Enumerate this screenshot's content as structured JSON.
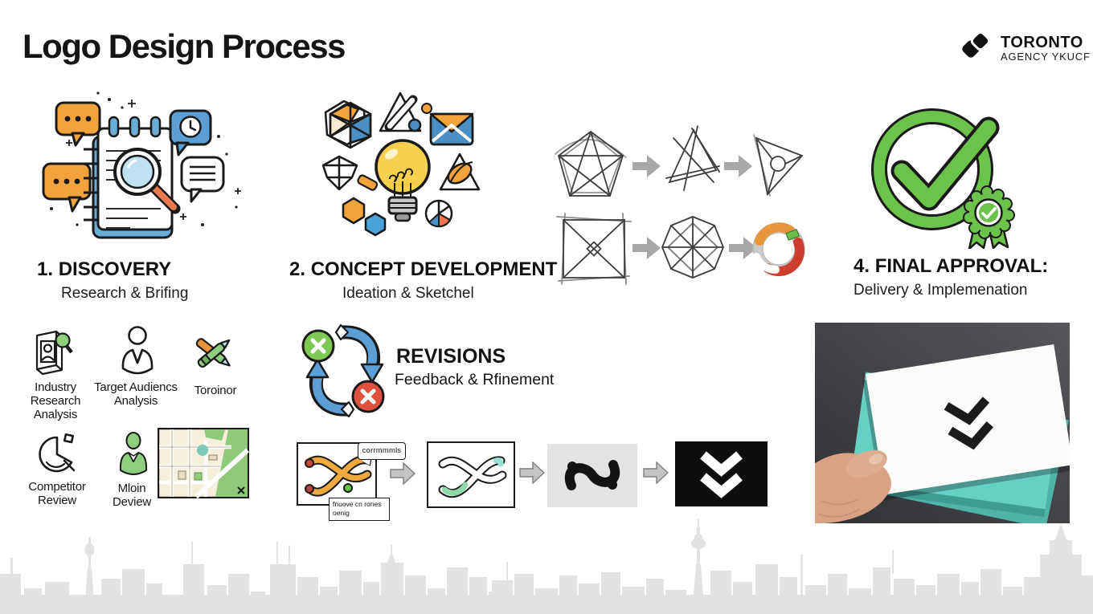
{
  "title": "Logo Design Process",
  "agency": {
    "name": "TORONTO",
    "tagline": "AGENCY YKUCF"
  },
  "steps": {
    "discovery": {
      "number": "1.",
      "title": "DISCOVERY",
      "subtitle": "Research & Brifing"
    },
    "concept": {
      "number": "2.",
      "title": "CONCEPT DEVELOPMENT",
      "subtitle": "Ideation & Sketchel"
    },
    "final": {
      "number": "4.",
      "title": "FINAL APPROVAL:",
      "subtitle": "Delivery & Implemenation"
    }
  },
  "discovery_items": [
    {
      "icon": "industry-research-icon",
      "label": "Industry\nResearch\nAnalysis"
    },
    {
      "icon": "target-audience-icon",
      "label": "Target Audiencs\nAnalysis"
    },
    {
      "icon": "crossed-pens-icon",
      "label": "Toroinor"
    },
    {
      "icon": "competitor-pie-icon",
      "label": "Competitor\nReview"
    },
    {
      "icon": "person-icon",
      "label": "Mloin\nDeview"
    }
  ],
  "revisions": {
    "title": "REVISIONS",
    "subtitle": "Feedback & Rfinement"
  },
  "evolution": {
    "speech_bubble": "corrmmmls",
    "note": "fnuove cn rones\noenig"
  },
  "colors": {
    "accent_orange": "#f2a33c",
    "accent_blue": "#5b9fd6",
    "accent_green": "#6cc24a",
    "accent_red": "#e0503f",
    "bulb_yellow": "#f6d14f",
    "teal_card": "#67d0c5",
    "evolution_bg_gray": "#e3e3e3",
    "logo_black": "#0e0e0e",
    "skyline_gray": "#e2e2e2"
  }
}
